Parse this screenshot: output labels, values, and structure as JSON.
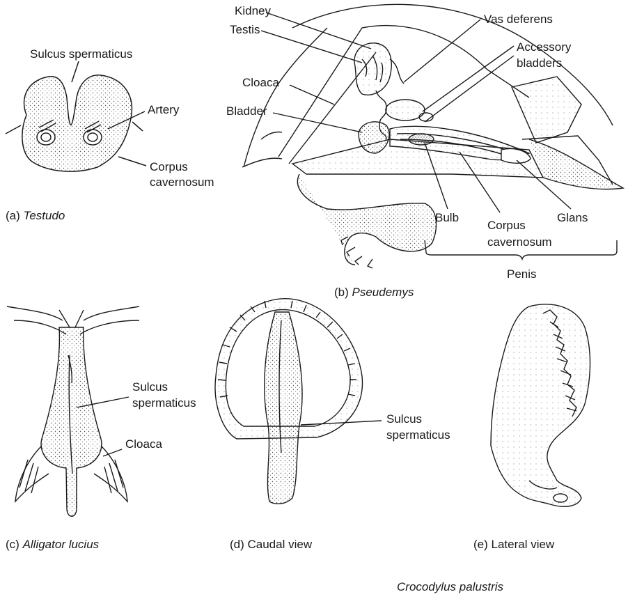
{
  "panels": {
    "a": {
      "letter": "(a)",
      "taxon": "Testudo",
      "labels": {
        "sulcus": "Sulcus spermaticus",
        "artery": "Artery",
        "corpus_1": "Corpus",
        "corpus_2": "cavernosum"
      }
    },
    "b": {
      "letter": "(b)",
      "taxon": "Pseudemys",
      "labels": {
        "kidney": "Kidney",
        "testis": "Testis",
        "vas_deferens": "Vas deferens",
        "accessory_1": "Accessory",
        "accessory_2": "bladders",
        "cloaca": "Cloaca",
        "bladder": "Bladder",
        "bulb": "Bulb",
        "corpus_1": "Corpus",
        "corpus_2": "cavernosum",
        "glans": "Glans",
        "penis": "Penis"
      }
    },
    "c": {
      "letter": "(c)",
      "taxon": "Alligator lucius",
      "labels": {
        "sulcus_1": "Sulcus",
        "sulcus_2": "spermaticus",
        "cloaca": "Cloaca"
      }
    },
    "d": {
      "caption": "(d) Caudal view",
      "labels": {
        "sulcus_1": "Sulcus",
        "sulcus_2": "spermaticus"
      }
    },
    "e": {
      "caption": "(e) Lateral view"
    },
    "de_taxon": "Crocodylus palustris"
  },
  "colors": {
    "ink": "#1a1a1a",
    "stipple": "#555555",
    "background": "#ffffff"
  }
}
